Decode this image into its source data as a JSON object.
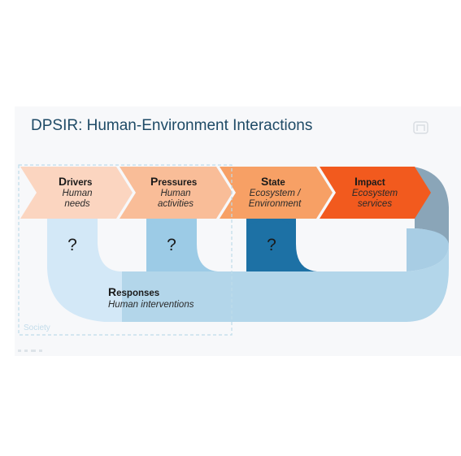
{
  "title": "DPSIR: Human-Environment Interactions",
  "society_label": "Society",
  "boxes": [
    {
      "initial": "D",
      "rest": "rivers",
      "line1": "Human",
      "line2": "needs",
      "color": "#fbd5c0"
    },
    {
      "initial": "P",
      "rest": "ressures",
      "line1": "Human",
      "line2": "activities",
      "color": "#f9bd98"
    },
    {
      "initial": "S",
      "rest": "tate",
      "line1": "Ecosystem /",
      "line2": "Environment",
      "color": "#f7a065"
    },
    {
      "initial": "I",
      "rest": "mpact",
      "line1": "Ecosystem",
      "line2": "services",
      "color": "#f25a1e"
    }
  ],
  "questions": [
    "?",
    "?",
    "?"
  ],
  "question_colors": [
    "#d3e8f7",
    "#9ccbe6",
    "#1d71a5"
  ],
  "responses": {
    "initial": "R",
    "rest": "esponses",
    "line1": "Human interventions"
  },
  "colors": {
    "title": "#1e4a66",
    "band": "#b3d6ea",
    "loop_dark": "#8aa5b8",
    "society_border": "#bfdcea"
  }
}
